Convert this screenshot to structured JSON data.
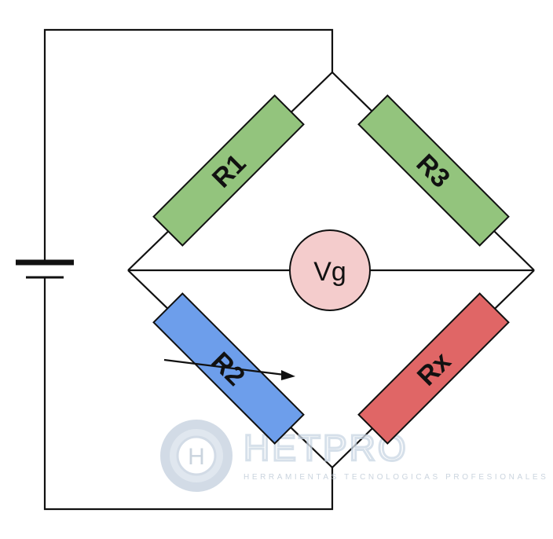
{
  "diagram": {
    "resistors": {
      "r1": {
        "label": "R1",
        "color": "#93c47d"
      },
      "r3": {
        "label": "R3",
        "color": "#93c47d"
      },
      "r2": {
        "label": "R2",
        "color": "#6d9eeb",
        "variable": true
      },
      "rx": {
        "label": "Rx",
        "color": "#e06666"
      }
    },
    "galvanometer": {
      "label": "Vg",
      "color": "#f4cccc"
    },
    "battery": {
      "label": ""
    }
  },
  "watermark": {
    "logo_letter": "H",
    "brand": "HETPRO",
    "tagline": "HERRAMIENTAS TECNOLOGICAS PROFESIONALES"
  }
}
